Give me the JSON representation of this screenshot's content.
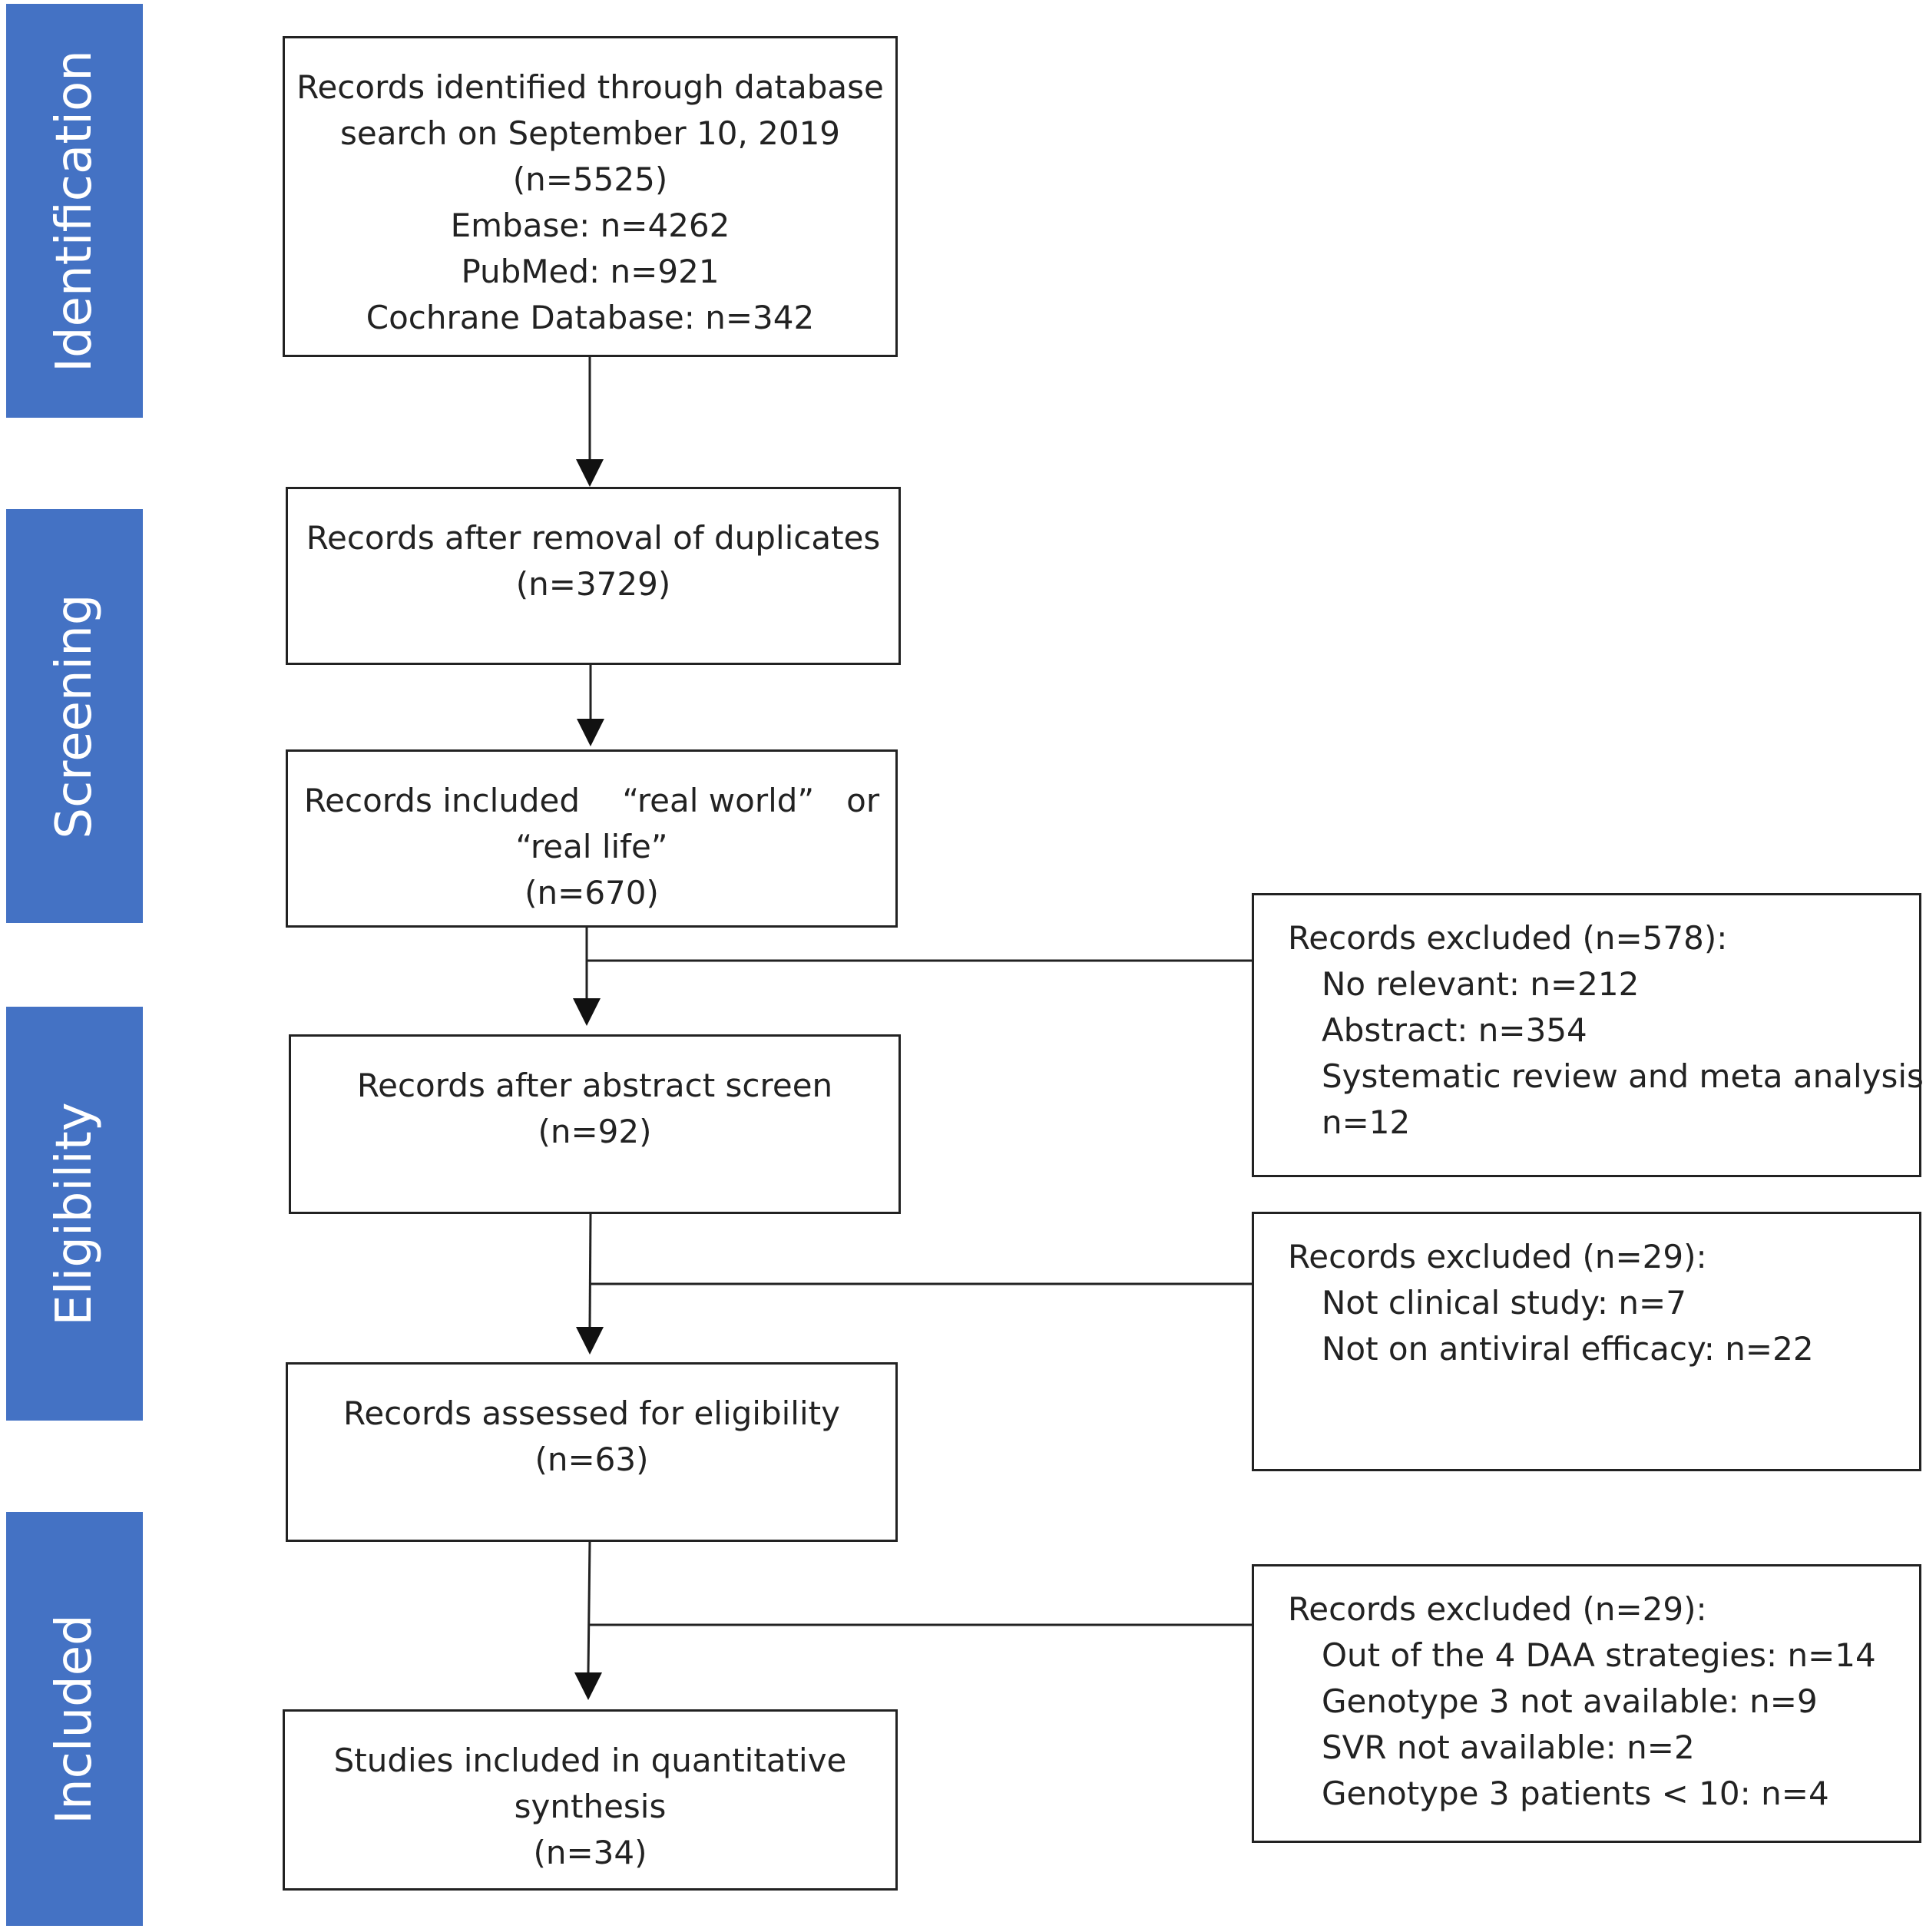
{
  "stages": [
    "Identification",
    "Screening",
    "Eligibility",
    "Included"
  ],
  "boxes": {
    "identified": [
      "Records identified through database",
      "search on September 10, 2019",
      "(n=5525)",
      "Embase: n=4262",
      "PubMed: n=921",
      "Cochrane Database: n=342"
    ],
    "dedup": [
      "Records after removal of duplicates",
      "(n=3729)"
    ],
    "realworld": [
      "Records included 　“real world”　or",
      "“real life”",
      "(n=670)"
    ],
    "abstract": [
      "Records after abstract screen",
      "(n=92)"
    ],
    "assessed": [
      "Records assessed for eligibility",
      "(n=63)"
    ],
    "included": [
      "Studies included in quantitative",
      "synthesis",
      "(n=34)"
    ]
  },
  "exclusions": [
    {
      "title": "Records excluded (n=578):",
      "items": [
        "No relevant: n=212",
        "Abstract: n=354",
        "Systematic review and meta analysis:",
        "n=12"
      ]
    },
    {
      "title": "Records excluded (n=29):",
      "items": [
        "Not clinical study: n=7",
        "Not on antiviral efficacy: n=22"
      ]
    },
    {
      "title": "Records excluded (n=29):",
      "items": [
        "Out of the 4 DAA strategies: n=14",
        "Genotype 3 not available: n=9",
        "SVR not available: n=2",
        "Genotype 3 patients < 10: n=4"
      ]
    }
  ]
}
